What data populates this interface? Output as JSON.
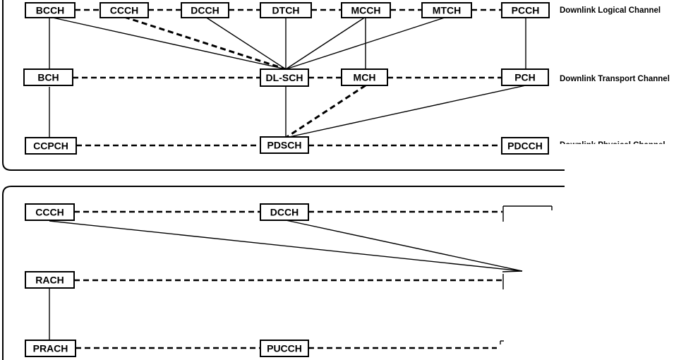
{
  "downlink": {
    "nodes": {
      "bcch": "BCCH",
      "ccch": "CCCH",
      "dcch": "DCCH",
      "dtch": "DTCH",
      "mcch": "MCCH",
      "mtch": "MTCH",
      "pcch": "PCCH",
      "bch": "BCH",
      "dlsch": "DL-SCH",
      "mch": "MCH",
      "pch": "PCH",
      "ccpch": "CCPCH",
      "pdsch": "PDSCH",
      "pdcch": "PDCCH"
    },
    "row_labels": {
      "logical": "Downlink Logical Channel",
      "transport": "Downlink Transport Channel",
      "physical": "Downlink Physical Channel"
    }
  },
  "uplink": {
    "nodes": {
      "ccch": "CCCH",
      "dcch": "DCCH",
      "rach": "RACH",
      "prach": "PRACH",
      "pucch": "PUCCH"
    }
  }
}
